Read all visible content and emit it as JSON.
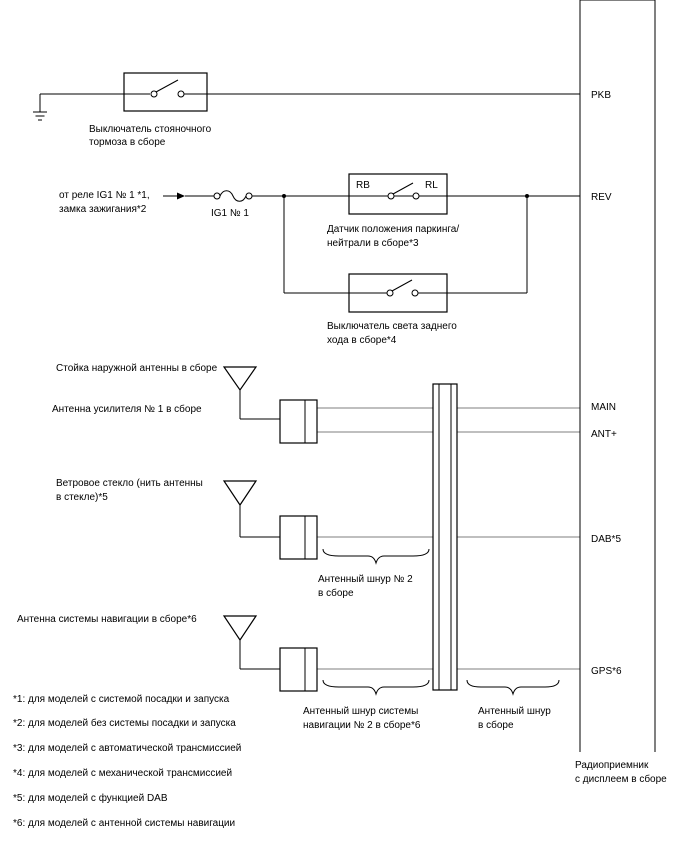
{
  "pins": {
    "pkb": "PKB",
    "rev": "REV",
    "main": "MAIN",
    "ant_plus": "ANT+",
    "dab": "DAB*5",
    "gps": "GPS*6"
  },
  "components": {
    "parking_brake_l1": "Выключатель стояночного",
    "parking_brake_l2": "тормоза в сборе",
    "relay_l1": "от реле IG1 № 1 *1,",
    "relay_l2": "замка зажигания*2",
    "fuse": "IG1 № 1",
    "sensor_rb": "RB",
    "sensor_rl": "RL",
    "sensor_l1": "Датчик положения паркинга/",
    "sensor_l2": "нейтрали в сборе*3",
    "reverse_l1": "Выключатель света заднего",
    "reverse_l2": "хода в сборе*4",
    "ext_antenna": "Стойка наружной антенны в сборе",
    "amp_antenna": "Антенна усилителя № 1 в сборе",
    "windshield_l1": "Ветровое стекло (нить антенны",
    "windshield_l2": "в стекле)*5",
    "cord2_l1": "Антенный шнур № 2",
    "cord2_l2": "в сборе",
    "nav_antenna": "Антенна системы навигации в сборе*6",
    "navcord_l1": "Антенный шнур системы",
    "navcord_l2": "навигации № 2 в сборе*6",
    "antcord_l1": "Антенный шнур",
    "antcord_l2": "в сборе",
    "radio_l1": "Радиоприемник",
    "radio_l2": "с дисплеем в сборе"
  },
  "footnotes": [
    "*1: для моделей с системой посадки и запуска",
    "*2: для моделей без системы посадки и запуска",
    "*3: для моделей с автоматической трансмиссией",
    "*4: для моделей с механической трансмиссией",
    "*5: для моделей с функцией DAB",
    "*6: для моделей с антенной системы навигации"
  ]
}
